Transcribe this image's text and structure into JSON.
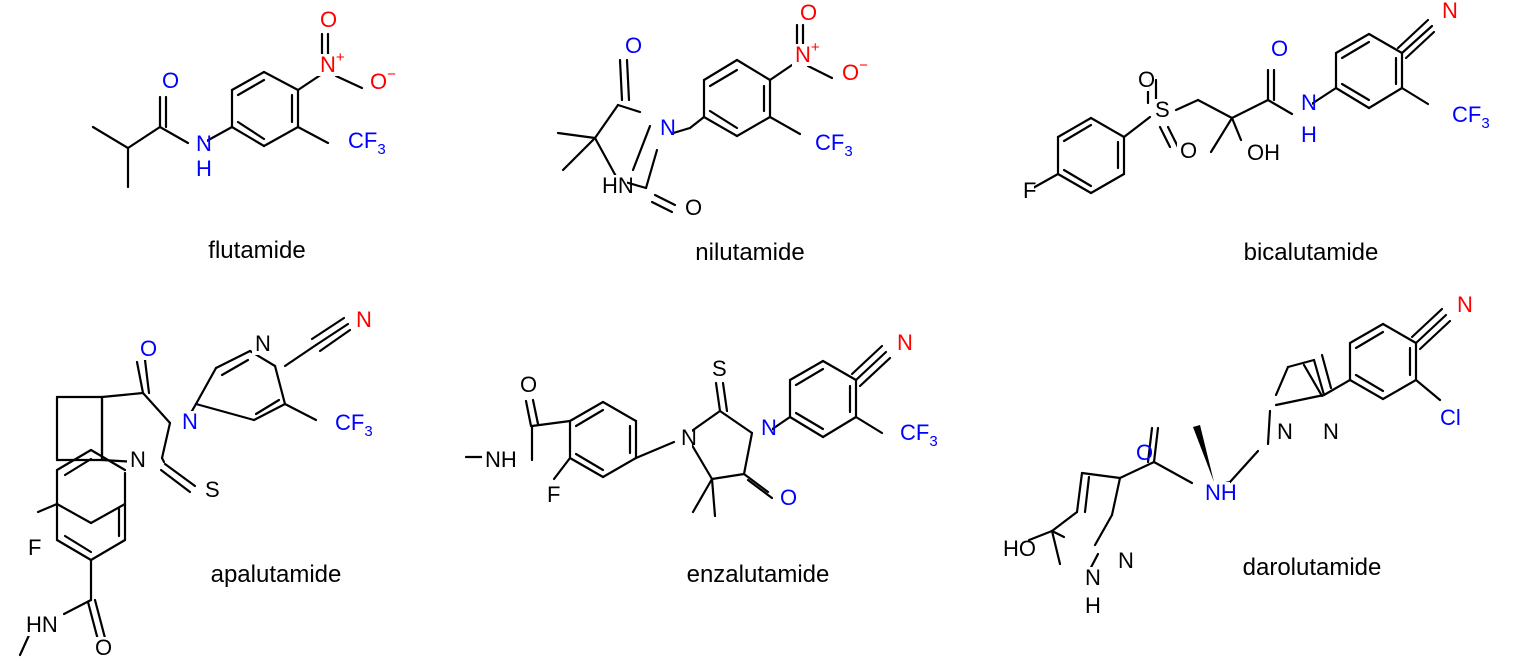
{
  "colors": {
    "bond": "#000000",
    "pharmacophore": "#0000ff",
    "highlight": "#ff0000"
  },
  "compounds": [
    {
      "id": "flutamide",
      "name": "flutamide",
      "atoms": [
        {
          "id": "O_amide",
          "text": "O",
          "color": "#0000ff"
        },
        {
          "id": "NH_top",
          "text": "N",
          "color": "#0000ff"
        },
        {
          "id": "H_amide",
          "text": "H",
          "color": "#0000ff"
        },
        {
          "id": "N_nitro",
          "text": "N",
          "sup": "+",
          "color": "#ff0000"
        },
        {
          "id": "O_nitro_top",
          "text": "O",
          "color": "#ff0000"
        },
        {
          "id": "O_nitro_minus",
          "text": "O",
          "sup": "−",
          "color": "#ff0000"
        },
        {
          "id": "CF3",
          "text": "CF",
          "sub": "3",
          "color": "#0000ff"
        }
      ]
    },
    {
      "id": "nilutamide",
      "name": "nilutamide",
      "atoms": [
        {
          "id": "O_top",
          "text": "O",
          "color": "#0000ff"
        },
        {
          "id": "N_ring",
          "text": "N",
          "color": "#0000ff"
        },
        {
          "id": "HN",
          "text": "HN",
          "color": "#000000"
        },
        {
          "id": "O_bottom",
          "text": "O",
          "color": "#000000"
        },
        {
          "id": "N_nitro",
          "text": "N",
          "sup": "+",
          "color": "#ff0000"
        },
        {
          "id": "O_nitro_top",
          "text": "O",
          "color": "#ff0000"
        },
        {
          "id": "O_nitro_minus",
          "text": "O",
          "sup": "−",
          "color": "#ff0000"
        },
        {
          "id": "CF3",
          "text": "CF",
          "sub": "3",
          "color": "#0000ff"
        }
      ]
    },
    {
      "id": "bicalutamide",
      "name": "bicalutamide",
      "atoms": [
        {
          "id": "F",
          "text": "F",
          "color": "#000000"
        },
        {
          "id": "S",
          "text": "S",
          "color": "#000000"
        },
        {
          "id": "O_s1",
          "text": "O",
          "color": "#000000"
        },
        {
          "id": "O_s2",
          "text": "O",
          "color": "#000000"
        },
        {
          "id": "OH",
          "text": "OH",
          "color": "#000000"
        },
        {
          "id": "O_amide",
          "text": "O",
          "color": "#0000ff"
        },
        {
          "id": "N",
          "text": "N",
          "color": "#0000ff"
        },
        {
          "id": "H",
          "text": "H",
          "color": "#0000ff"
        },
        {
          "id": "N_cyano",
          "text": "N",
          "color": "#ff0000"
        },
        {
          "id": "CF3",
          "text": "CF",
          "sub": "3",
          "color": "#0000ff"
        }
      ]
    },
    {
      "id": "apalutamide",
      "name": "apalutamide",
      "atoms": [
        {
          "id": "O_top",
          "text": "O",
          "color": "#0000ff"
        },
        {
          "id": "N_right",
          "text": "N",
          "color": "#0000ff"
        },
        {
          "id": "N_left",
          "text": "N",
          "color": "#000000"
        },
        {
          "id": "S",
          "text": "S",
          "color": "#000000"
        },
        {
          "id": "N_pyr",
          "text": "N",
          "color": "#000000"
        },
        {
          "id": "N_cyano",
          "text": "N",
          "color": "#ff0000"
        },
        {
          "id": "CF3",
          "text": "CF",
          "sub": "3",
          "color": "#0000ff"
        },
        {
          "id": "F",
          "text": "F",
          "color": "#000000"
        },
        {
          "id": "HN",
          "text": "HN",
          "color": "#000000"
        },
        {
          "id": "O_amide",
          "text": "O",
          "color": "#000000"
        }
      ]
    },
    {
      "id": "enzalutamide",
      "name": "enzalutamide",
      "atoms": [
        {
          "id": "O_amide",
          "text": "O",
          "color": "#000000"
        },
        {
          "id": "NH",
          "text": "NH",
          "color": "#000000"
        },
        {
          "id": "F",
          "text": "F",
          "color": "#000000"
        },
        {
          "id": "N_left",
          "text": "N",
          "color": "#000000"
        },
        {
          "id": "S",
          "text": "S",
          "color": "#000000"
        },
        {
          "id": "N_right",
          "text": "N",
          "color": "#0000ff"
        },
        {
          "id": "O_bottom",
          "text": "O",
          "color": "#0000ff"
        },
        {
          "id": "N_cyano",
          "text": "N",
          "color": "#ff0000"
        },
        {
          "id": "CF3",
          "text": "CF",
          "sub": "3",
          "color": "#0000ff"
        }
      ]
    },
    {
      "id": "darolutamide",
      "name": "darolutamide",
      "atoms": [
        {
          "id": "N_pz1",
          "text": "N",
          "color": "#000000"
        },
        {
          "id": "N_pz2",
          "text": "N",
          "color": "#000000"
        },
        {
          "id": "N_cyano",
          "text": "N",
          "color": "#ff0000"
        },
        {
          "id": "Cl",
          "text": "Cl",
          "color": "#0000ff"
        },
        {
          "id": "O_amide",
          "text": "O",
          "color": "#0000ff"
        },
        {
          "id": "NH",
          "text": "NH",
          "color": "#0000ff"
        },
        {
          "id": "HO",
          "text": "HO",
          "color": "#000000"
        },
        {
          "id": "N_pz3",
          "text": "N",
          "color": "#000000"
        },
        {
          "id": "NH_pz",
          "text": "N",
          "color": "#000000"
        },
        {
          "id": "H_pz",
          "text": "H",
          "color": "#000000"
        }
      ]
    }
  ]
}
